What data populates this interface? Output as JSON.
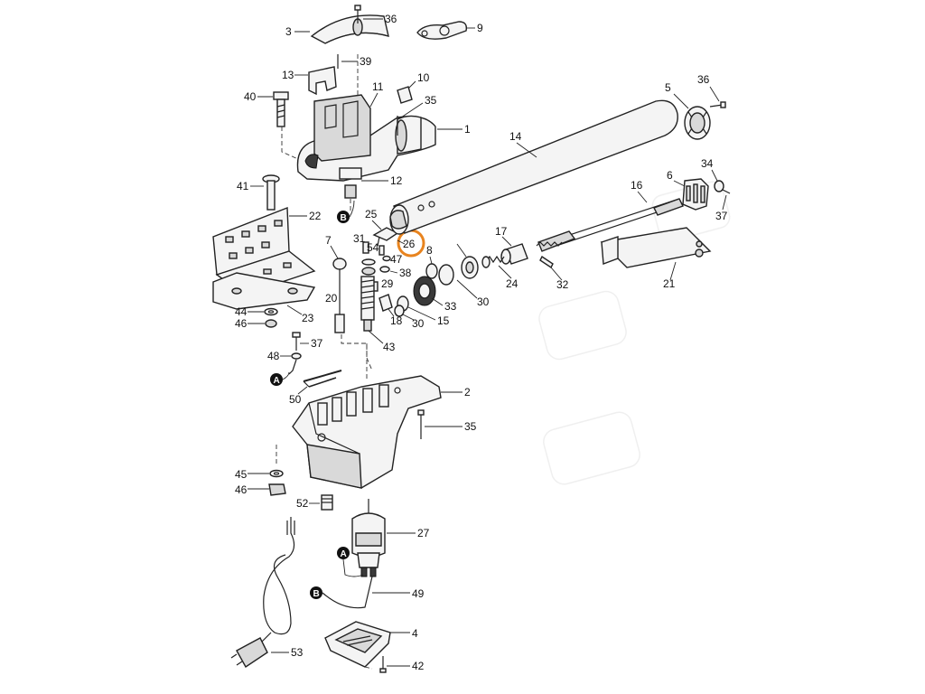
{
  "labels": {
    "l1": "1",
    "l2": "2",
    "l3": "3",
    "l4": "4",
    "l5": "5",
    "l6": "6",
    "l7": "7",
    "l8": "8",
    "l9": "9",
    "l10": "10",
    "l11": "11",
    "l12": "12",
    "l13": "13",
    "l14": "14",
    "l15": "15",
    "l16": "16",
    "l17": "17",
    "l18": "18",
    "l20": "20",
    "l21": "21",
    "l22": "22",
    "l23": "23",
    "l24": "24",
    "l25": "25",
    "l26": "26",
    "l27": "27",
    "l29": "29",
    "l30a": "30",
    "l30b": "30",
    "l31": "31",
    "l32": "32",
    "l33": "33",
    "l34": "34",
    "l35a": "35",
    "l35b": "35",
    "l36a": "36",
    "l36b": "36",
    "l37a": "37",
    "l37b": "37",
    "l38": "38",
    "l39": "39",
    "l40": "40",
    "l41": "41",
    "l42": "42",
    "l43": "43",
    "l44": "44",
    "l45": "45",
    "l46a": "46",
    "l46b": "46",
    "l47": "47",
    "l48": "48",
    "l49": "49",
    "l50": "50",
    "l52": "52",
    "l53": "53",
    "l54": "54"
  },
  "callouts": {
    "a1": "A",
    "a2": "A",
    "b1": "B",
    "b2": "B"
  },
  "highlight": {
    "part": "26",
    "color": "#e8841f"
  }
}
